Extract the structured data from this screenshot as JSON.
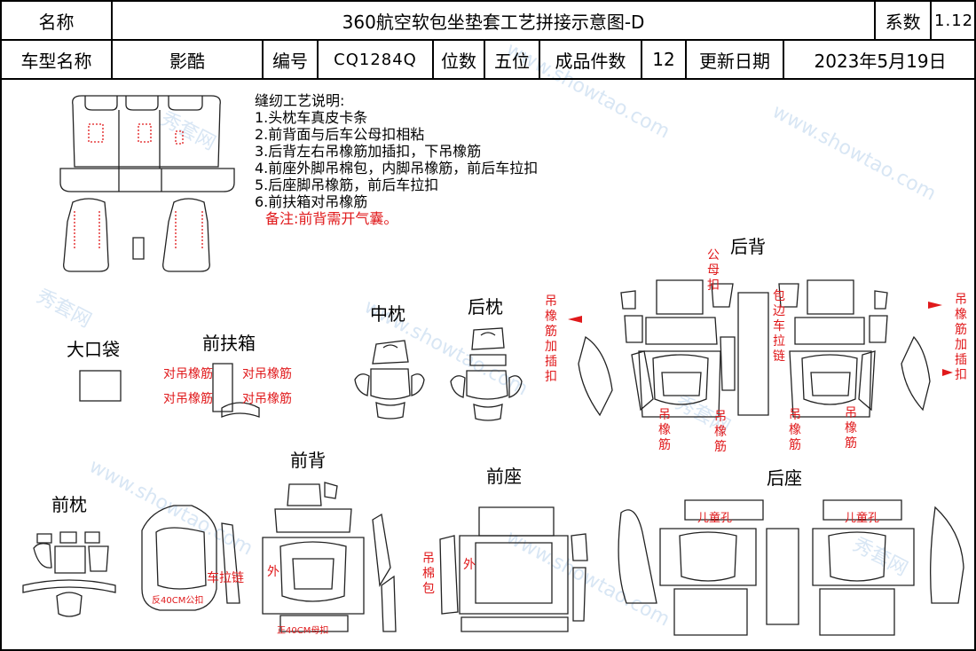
{
  "header": {
    "name_label": "名称",
    "title": "360航空软包坐垫套工艺拼接示意图-D",
    "coef_label": "系数",
    "coef_value": "1.12",
    "model_label": "车型名称",
    "model_value": "影酷",
    "code_label": "编号",
    "code_value": "CQ1284Q",
    "position_label": "位数",
    "position_value": "五位",
    "pieces_label": "成品件数",
    "pieces_value": "12",
    "update_label": "更新日期",
    "update_value": "2023年5月19日"
  },
  "notes": {
    "heading": "缝纫工艺说明:",
    "items": [
      "1.头枕车真皮卡条",
      "2.前背面与后车公母扣相粘",
      "3.后背左右吊橡筋加插扣，下吊橡筋",
      "4.前座外脚吊棉包，内脚吊橡筋，前后车拉扣",
      "5.后座脚吊橡筋，前后车拉扣",
      "6.前扶箱对吊橡筋"
    ],
    "remark": "备注:前背需开气囊。"
  },
  "sections": {
    "rear_back": "后背",
    "middle_pillow": "中枕",
    "rear_pillow": "后枕",
    "big_pocket": "大口袋",
    "front_armrest": "前扶箱",
    "front_back": "前背",
    "front_seat": "前座",
    "rear_seat": "后座",
    "front_pillow": "前枕"
  },
  "annotations": {
    "armrest_1": "对吊橡筋",
    "armrest_2": "对吊橡筋",
    "armrest_3": "对吊橡筋",
    "armrest_4": "对吊橡筋",
    "left_hook": "吊橡筋加插扣",
    "right_hook": "吊橡筋加插扣",
    "male_female": "公母扣",
    "edge_zip": "包边车拉链",
    "rb_elastic_1": "吊橡筋",
    "rb_elastic_2": "吊橡筋",
    "rb_elastic_3": "吊橡筋",
    "rb_elastic_4": "吊橡筋",
    "fb_zipper": "车拉链",
    "fb_outer": "外",
    "fb_male": "反40CM公扣",
    "fb_female": "正40CM母扣",
    "fs_cotton": "吊棉包",
    "fs_outer": "外",
    "child_hole_1": "儿童孔",
    "child_hole_2": "儿童孔"
  },
  "watermark": {
    "brand": "秀套网",
    "site": "www.showtao.com"
  },
  "colors": {
    "annotation_red": "#e0191b",
    "watermark": "#cfe0f2"
  }
}
